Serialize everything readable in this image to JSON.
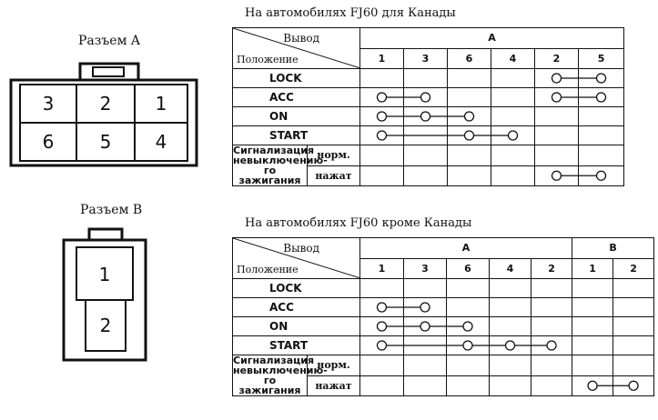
{
  "connector_a": {
    "label": "Разъем A",
    "pins_top": [
      "3",
      "2",
      "1"
    ],
    "pins_bottom": [
      "6",
      "5",
      "4"
    ]
  },
  "connector_b": {
    "label": "Разъем B",
    "pins": [
      "1",
      "2"
    ]
  },
  "table_canada": {
    "title": "На автомобилях FJ60 для Канады",
    "header_output": "Вывод",
    "header_position": "Положение",
    "groups": [
      {
        "name": "A",
        "terminals": [
          "1",
          "3",
          "6",
          "4",
          "2",
          "5"
        ]
      }
    ],
    "rows": [
      {
        "label": "LOCK",
        "connections": [
          [
            4,
            5
          ]
        ]
      },
      {
        "label": "ACC",
        "connections": [
          [
            0,
            1
          ],
          [
            4,
            5
          ]
        ]
      },
      {
        "label": "ON",
        "connections": [
          [
            0,
            1,
            2
          ]
        ]
      },
      {
        "label": "START",
        "connections": [
          [
            0,
            2,
            3
          ]
        ]
      }
    ],
    "alarm": {
      "label_lines": [
        "Сигнализация",
        "невыключению-",
        "го зажигания"
      ],
      "states": [
        {
          "label": "норм.",
          "connections": []
        },
        {
          "label": "нажат",
          "connections": [
            [
              4,
              5
            ]
          ]
        }
      ]
    }
  },
  "table_other": {
    "title": "На автомобилях FJ60 кроме Канады",
    "header_output": "Вывод",
    "header_position": "Положение",
    "groups": [
      {
        "name": "A",
        "terminals": [
          "1",
          "3",
          "6",
          "4",
          "2"
        ]
      },
      {
        "name": "B",
        "terminals": [
          "1",
          "2"
        ]
      }
    ],
    "rows": [
      {
        "label": "LOCK",
        "connections": []
      },
      {
        "label": "ACC",
        "connections": [
          [
            0,
            1
          ]
        ]
      },
      {
        "label": "ON",
        "connections": [
          [
            0,
            1,
            2
          ]
        ]
      },
      {
        "label": "START",
        "connections": [
          [
            0,
            2,
            3,
            4
          ]
        ]
      }
    ],
    "alarm": {
      "label_lines": [
        "Сигнализация",
        "невыключению-",
        "го зажигания"
      ],
      "states": [
        {
          "label": "норм.",
          "connections": []
        },
        {
          "label": "нажат",
          "connections": [
            [
              5,
              6
            ]
          ]
        }
      ]
    }
  }
}
